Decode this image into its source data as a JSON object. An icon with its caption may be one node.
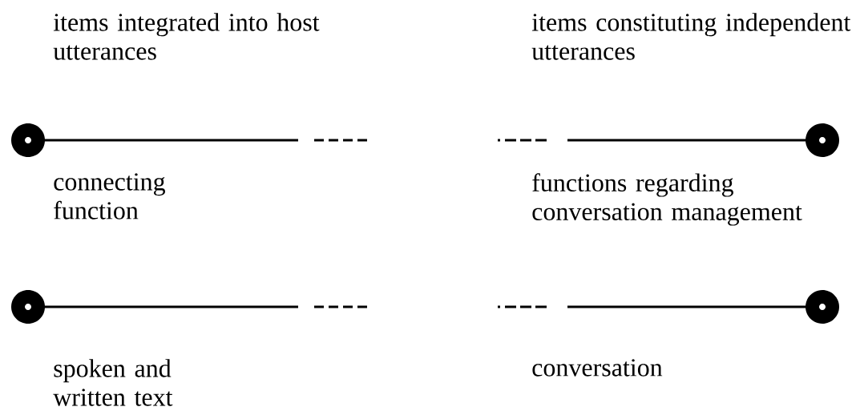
{
  "diagram": {
    "labels": [
      "items integrated into host utterances",
      "items constituting independent utterances",
      "connecting function",
      "functions regarding conversation management",
      "spoken and written text",
      "conversation"
    ]
  }
}
